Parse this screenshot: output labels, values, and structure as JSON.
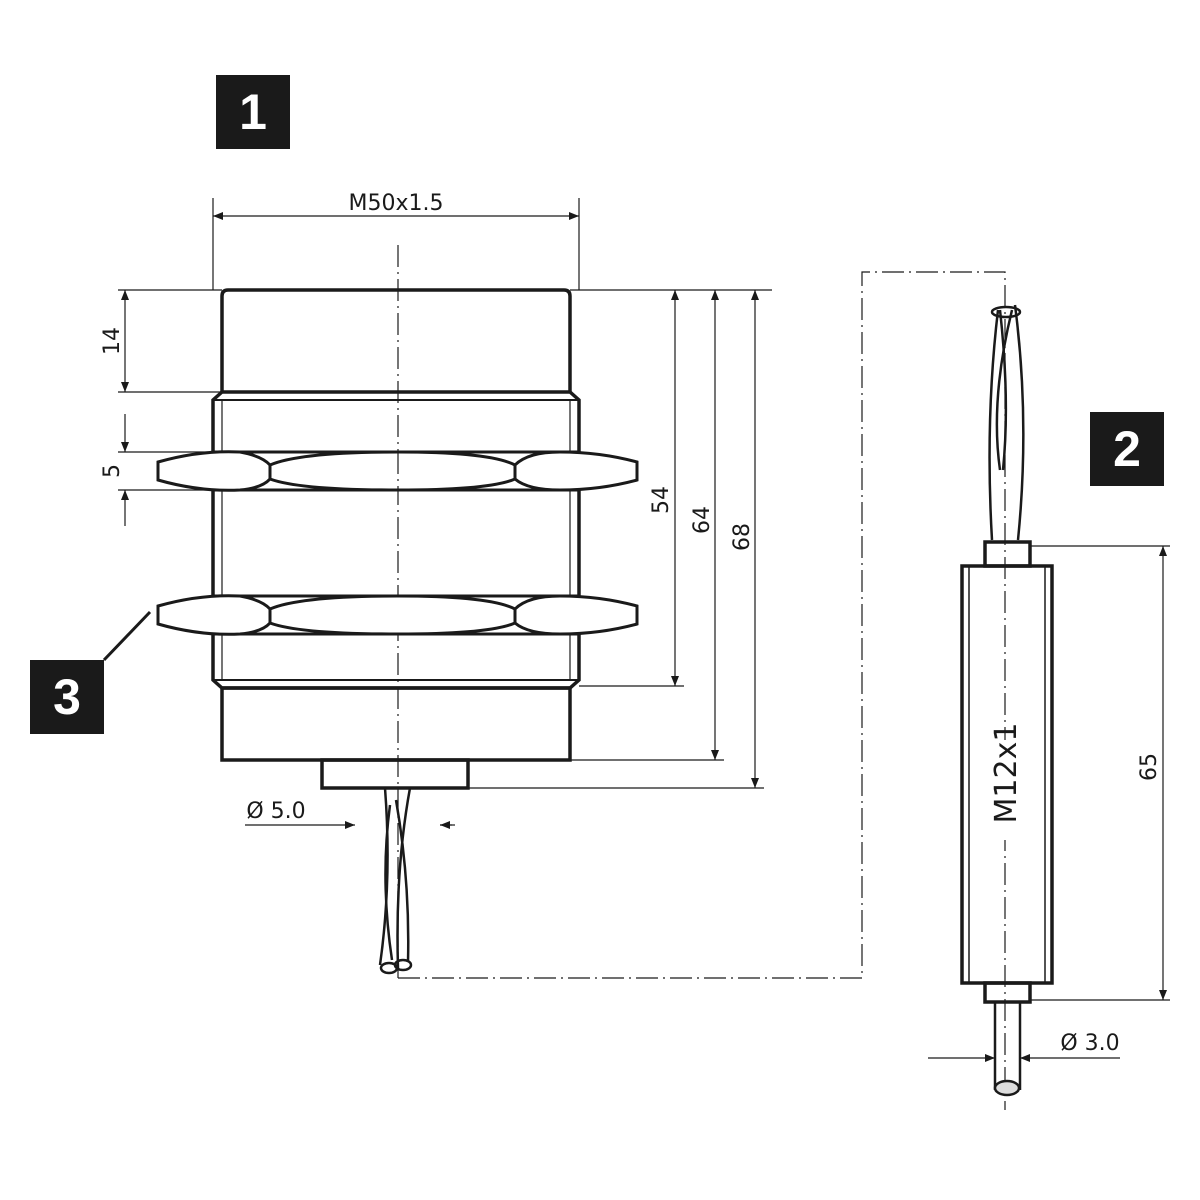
{
  "labels": {
    "item1": "1",
    "item2": "2",
    "item3": "3"
  },
  "dimensions": {
    "thread_main": "M50x1.5",
    "front_cap_height": "14",
    "nut_thickness": "5",
    "thread_length": "54",
    "body_length": "64",
    "total_length": "68",
    "cable_diameter": "Ø 5.0",
    "connector_thread": "M12x1",
    "connector_length": "65",
    "connector_cable_diameter": "Ø 3.0"
  },
  "colors": {
    "line": "#1a1a1a",
    "tag_bg": "#1a1a1a",
    "tag_text": "#ffffff"
  }
}
